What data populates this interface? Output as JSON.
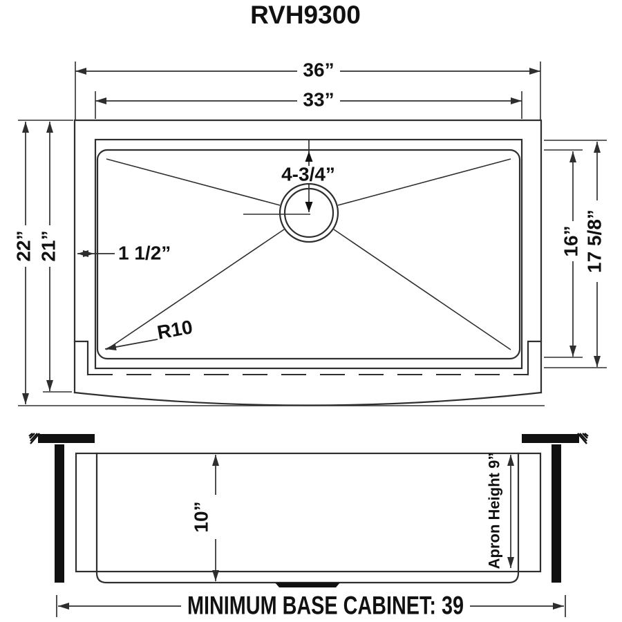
{
  "title": "RVH9300",
  "colors": {
    "line": "#2e2e2e",
    "text": "#111111",
    "background": "#ffffff"
  },
  "top_view": {
    "width_overall": "36”",
    "width_inner": "33”",
    "depth_overall": "22”",
    "depth_inner": "21”",
    "bowl_inner_front_back": "16”",
    "bowl_rim_front_back": "17 5/8”",
    "drain_to_back": "4-3/4”",
    "rim_width": "1 1/2”",
    "corner_radius": "R10"
  },
  "front_view": {
    "bowl_height": "10”",
    "apron_height": "Apron Height  9”",
    "min_base_cabinet": "MINIMUM BASE CABINET: 39"
  }
}
